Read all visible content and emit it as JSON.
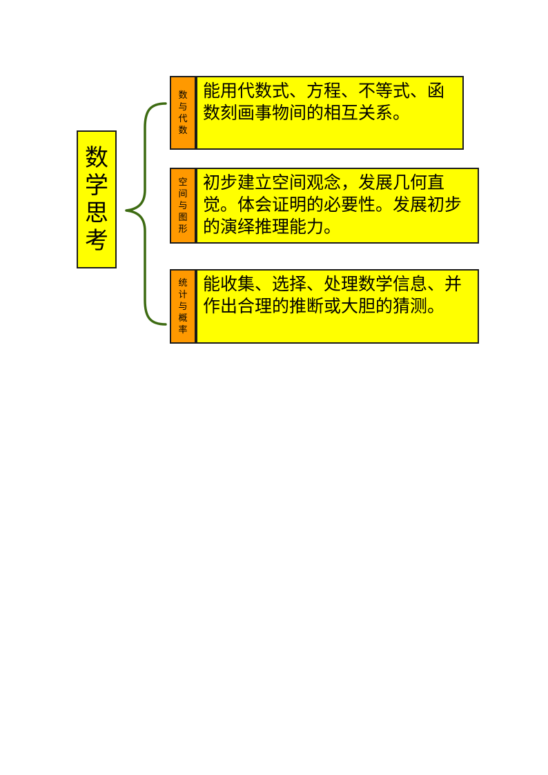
{
  "title": "数学思考",
  "branches": [
    {
      "tag": "数与代数",
      "text": "能用代数式、方程、不等式、函数刻画事物间的相互关系。"
    },
    {
      "tag": "空间与图形",
      "text": "初步建立空间观念，发展几何直觉。体会证明的必要性。发展初步的演绎推理能力。"
    },
    {
      "tag": "统计与概率",
      "text": "能收集、选择、处理数学信息、并作出合理的推断或大胆的猜测。"
    }
  ],
  "colors": {
    "box_fill": "#ffff00",
    "tag_fill": "#ff9900",
    "border": "#1a1a1a",
    "brace": "#3d6b12"
  }
}
